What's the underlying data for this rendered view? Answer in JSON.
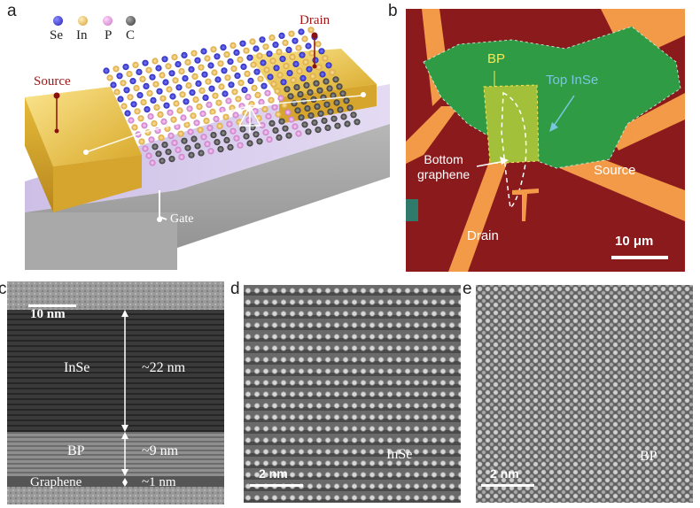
{
  "panels": {
    "a": {
      "letter": "a",
      "legend": [
        "Se",
        "In",
        "P",
        "C"
      ],
      "legend_colors": [
        "#3b3bd6",
        "#f0c35a",
        "#e59ae0",
        "#555555"
      ],
      "labels": {
        "drain": "Drain",
        "source": "Source",
        "gate": "Gate"
      }
    },
    "b": {
      "letter": "b",
      "labels": {
        "bp": "BP",
        "top_inse": "Top InSe",
        "bottom_graphene_1": "Bottom",
        "bottom_graphene_2": "graphene",
        "source": "Source",
        "drain": "Drain",
        "scale": "10 μm"
      },
      "colors": {
        "substrate": "#8b1a1a",
        "electrode": "#f39a4a",
        "inse": "#2f9b45",
        "bp": "#9cbf3b"
      }
    },
    "c": {
      "letter": "c",
      "scale": "10 nm",
      "layers": [
        {
          "name": "InSe",
          "thickness": "~22 nm"
        },
        {
          "name": "BP",
          "thickness": "~9 nm"
        },
        {
          "name": "Graphene",
          "thickness": "~1 nm"
        }
      ]
    },
    "d": {
      "letter": "d",
      "scale": "2 nm",
      "label": "InSe"
    },
    "e": {
      "letter": "e",
      "scale": "2 nm",
      "label": "BP"
    }
  }
}
